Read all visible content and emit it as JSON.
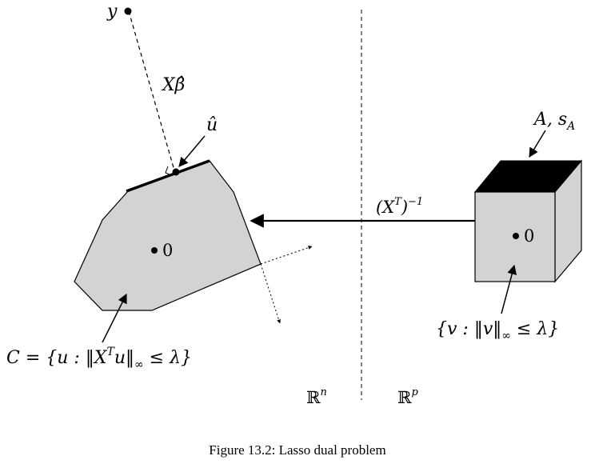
{
  "labels": {
    "y_point": "y",
    "x_beta": "Xβ̂",
    "u_hat": "û",
    "zero_left": "0",
    "zero_right": "0",
    "a_sa": "A, s",
    "a_sa_sub": "A",
    "inverse_map": "(X",
    "inverse_map_sup": "T",
    "inverse_map_close": ")",
    "inverse_map_exp": "−1",
    "set_c": "C = {u : ‖X",
    "set_c_sup": "T",
    "set_c_rest": "u‖",
    "set_c_sub": "∞",
    "set_c_end": " ≤ λ}",
    "set_v": "{v : ‖v‖",
    "set_v_sub": "∞",
    "set_v_end": " ≤ λ}",
    "space_rn": "ℝ",
    "space_rn_sup": "n",
    "space_rp": "ℝ",
    "space_rp_sup": "p"
  },
  "caption": "Figure 13.2: Lasso dual problem",
  "colors": {
    "fill_gray": "#d3d3d3",
    "stroke": "#000000"
  }
}
